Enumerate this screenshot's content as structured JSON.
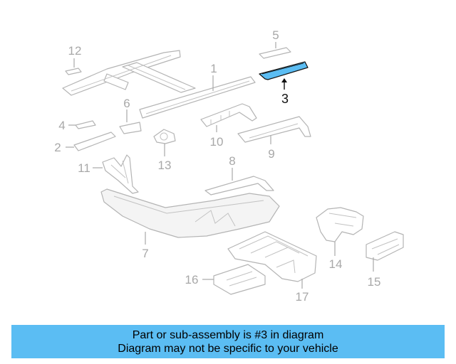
{
  "diagram": {
    "callouts": [
      {
        "id": "1",
        "text": "1"
      },
      {
        "id": "2",
        "text": "2"
      },
      {
        "id": "3",
        "text": "3"
      },
      {
        "id": "4",
        "text": "4"
      },
      {
        "id": "5",
        "text": "5"
      },
      {
        "id": "6",
        "text": "6"
      },
      {
        "id": "7",
        "text": "7"
      },
      {
        "id": "8",
        "text": "8"
      },
      {
        "id": "9",
        "text": "9"
      },
      {
        "id": "10",
        "text": "10"
      },
      {
        "id": "11",
        "text": "11"
      },
      {
        "id": "12",
        "text": "12"
      },
      {
        "id": "13",
        "text": "13"
      },
      {
        "id": "14",
        "text": "14"
      },
      {
        "id": "15",
        "text": "15"
      },
      {
        "id": "16",
        "text": "16"
      },
      {
        "id": "17",
        "text": "17"
      }
    ],
    "highlight_part": "3",
    "colors": {
      "highlight_fill": "#5bbdf3",
      "line_gray": "#b4b4b4",
      "label_gray": "#a8a8a8",
      "banner_bg": "#5bbdf3"
    }
  },
  "banner": {
    "line1": "Part or sub-assembly is #3 in diagram",
    "line2": "Diagram may not be specific to your vehicle"
  }
}
